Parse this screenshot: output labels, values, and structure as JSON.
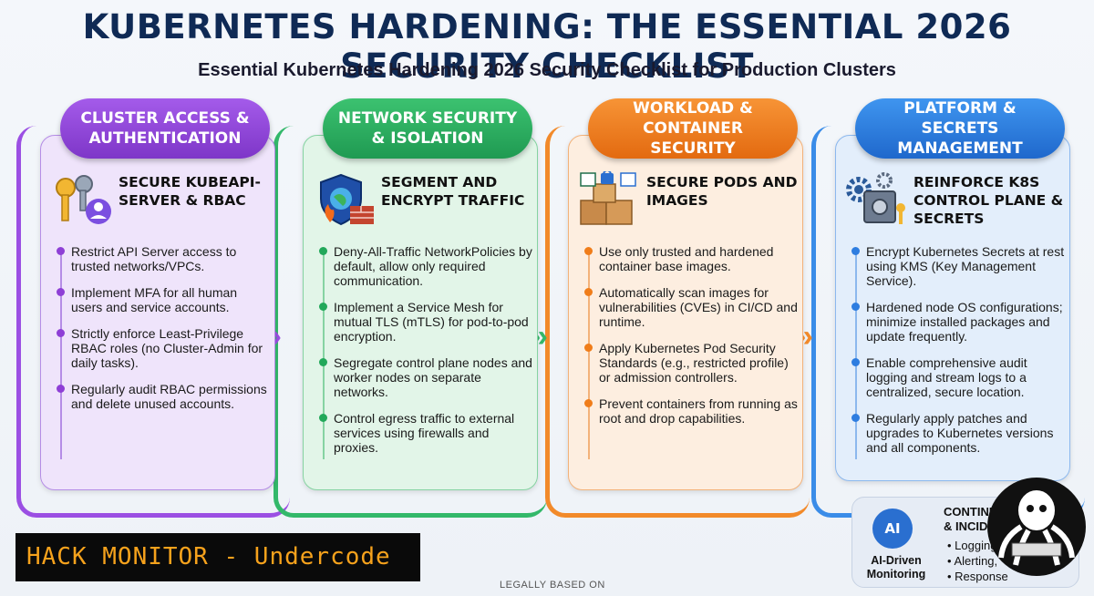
{
  "title": "KUBERNETES HARDENING: THE ESSENTIAL 2026 SECURITY CHECKLIST",
  "subtitle": "Essential Kubernetes Hardening 2026 Security Checklist for Production Clusters",
  "columns": [
    {
      "header": "CLUSTER ACCESS & AUTHENTICATION",
      "section": "SECURE KUBEAPI-SERVER & RBAC",
      "icon": "keys-user-icon",
      "color": "#8e3fd6",
      "items": [
        "Restrict API Server access to trusted networks/VPCs.",
        "Implement MFA for all human users and service accounts.",
        "Strictly enforce Least-Privilege RBAC roles (no Cluster-Admin for daily tasks).",
        "Regularly audit RBAC permissions and delete unused accounts."
      ]
    },
    {
      "header": "NETWORK SECURITY & ISOLATION",
      "section": "SEGMENT AND ENCRYPT TRAFFIC",
      "icon": "shield-firewall-icon",
      "color": "#22a85a",
      "items": [
        "Deny-All-Traffic NetworkPolicies by default, allow only required communication.",
        "Implement a Service Mesh for mutual TLS (mTLS) for pod-to-pod encryption.",
        "Segregate control plane nodes and worker nodes on separate networks.",
        "Control egress traffic to external services using firewalls and proxies."
      ]
    },
    {
      "header": "WORKLOAD & CONTAINER SECURITY",
      "section": "SECURE PODS AND IMAGES",
      "icon": "boxes-lock-icon",
      "color": "#f07d1a",
      "items": [
        "Use only trusted and hardened container base images.",
        "Automatically scan images for vulnerabilities (CVEs) in CI/CD and runtime.",
        "Apply Kubernetes Pod Security Standards (e.g., restricted profile) or admission controllers.",
        "Prevent containers from running as root and drop capabilities."
      ]
    },
    {
      "header": "PLATFORM & SECRETS MANAGEMENT",
      "section": "REINFORCE K8S CONTROL PLANE & SECRETS",
      "icon": "gears-safe-icon",
      "color": "#2e7de0",
      "items": [
        "Encrypt Kubernetes Secrets at rest using KMS (Key Management Service).",
        "Hardened node OS configurations; minimize installed packages and update frequently.",
        "Enable comprehensive audit logging and stream logs to a centralized, secure location.",
        "Regularly apply patches and upgrades to Kubernetes versions and all components."
      ]
    }
  ],
  "monitoring": {
    "icon_text": "AI",
    "label": "AI-Driven Monitoring",
    "title": "CONTINUOUS\n& INCIDEN",
    "list": [
      "• Logging,",
      "• Alerting,",
      "• Response"
    ]
  },
  "hack_banner": "HACK MONITOR - Undercode",
  "footer_note": "LEGALLY BASED ON"
}
